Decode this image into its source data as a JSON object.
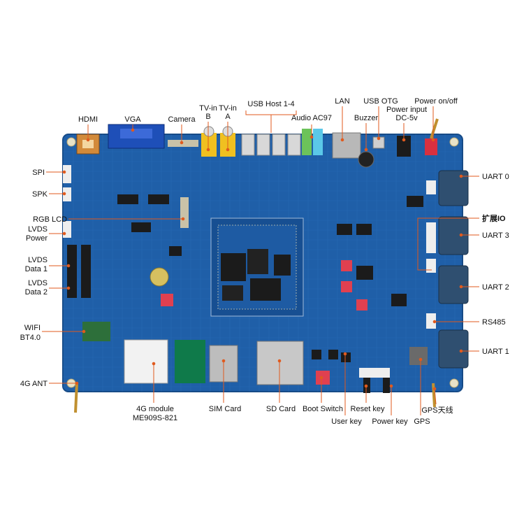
{
  "labels": {
    "hdmi": "HDMI",
    "vga": "VGA",
    "camera": "Camera",
    "tvin_b_l1": "TV-in",
    "tvin_b_l2": "B",
    "tvin_a_l1": "TV-in",
    "tvin_a_l2": "A",
    "usb_host": "USB Host 1-4",
    "audio": "Audio AC97",
    "lan": "LAN",
    "buzzer": "Buzzer",
    "usb_otg": "USB OTG",
    "power_input_l1": "Power input",
    "power_input_l2": "DC-5v",
    "power_onoff": "Power on/off",
    "spi": "SPI",
    "spk": "SPK",
    "rgb_lcd": "RGB LCD",
    "lvds_power_l1": "LVDS",
    "lvds_power_l2": "Power",
    "lvds_data1_l1": "LVDS",
    "lvds_data1_l2": "Data 1",
    "lvds_data2_l1": "LVDS",
    "lvds_data2_l2": "Data 2",
    "wifi_l1": "WIFI",
    "wifi_l2": "BT4.0",
    "ant_4g": "4G ANT",
    "module_4g_l1": "4G module",
    "module_4g_l2": "ME909S-821",
    "sim_card": "SIM Card",
    "sd_card": "SD Card",
    "boot_switch": "Boot Switch",
    "user_key": "User key",
    "reset_key": "Reset key",
    "power_key": "Power key",
    "gps": "GPS",
    "gps_antenna": "GPS天线",
    "uart0": "UART 0",
    "ext_io": "扩展IO",
    "uart3": "UART 3",
    "uart2": "UART 2",
    "rs485": "RS485",
    "uart1": "UART 1"
  },
  "colors": {
    "pcb": "#1f5fa8",
    "pcb_dark": "#164a86",
    "leader": "#e05a1e",
    "chip": "#1b1b1b",
    "label": "#111111"
  }
}
